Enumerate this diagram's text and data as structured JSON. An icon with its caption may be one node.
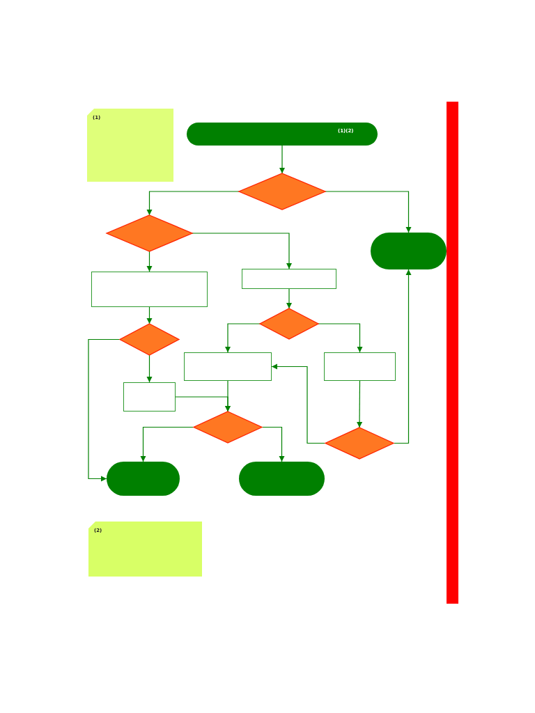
{
  "diagram": {
    "nodes": [
      {
        "text": [
          "(1)"
        ]
      },
      {
        "text": [
          "(1)(2)"
        ]
      },
      {
        "text": [],
        "shape": "diamond"
      },
      {
        "text": [],
        "shape": "diamond"
      },
      {
        "text": [],
        "shape": "pill"
      },
      {
        "text": [],
        "shape": "box"
      },
      {
        "text": [],
        "shape": "box"
      },
      {
        "text": [],
        "shape": "diamond"
      },
      {
        "text": [],
        "shape": "diamond"
      },
      {
        "text": [],
        "shape": "box"
      },
      {
        "text": [],
        "shape": "box"
      },
      {
        "text": [],
        "shape": "box"
      },
      {
        "text": [],
        "shape": "diamond"
      },
      {
        "text": [],
        "shape": "diamond"
      },
      {
        "text": [],
        "shape": "pill"
      },
      {
        "text": [],
        "shape": "pill"
      },
      {
        "text": [
          "(2)"
        ]
      },
      {
        "text": [],
        "shape": "bar"
      }
    ],
    "edges": [
      {
        "from": 1,
        "to": 2,
        "arrow": "to"
      },
      {
        "from": 2,
        "to": 3,
        "arrow": "to"
      },
      {
        "from": 2,
        "to": 4,
        "arrow": "to"
      },
      {
        "from": 3,
        "to": 5,
        "arrow": "to"
      },
      {
        "from": 3,
        "to": 6,
        "arrow": "to"
      },
      {
        "from": 5,
        "to": 8,
        "arrow": "to"
      },
      {
        "from": 6,
        "to": 7,
        "arrow": "to"
      },
      {
        "from": 7,
        "to": 9,
        "arrow": "to"
      },
      {
        "from": 7,
        "to": 10,
        "arrow": "to"
      },
      {
        "from": 8,
        "to": 14,
        "arrow": "to"
      },
      {
        "from": 8,
        "to": 11,
        "arrow": "to"
      },
      {
        "from": 11,
        "to": 12,
        "arrow": "to"
      },
      {
        "from": 9,
        "to": 12,
        "arrow": "to"
      },
      {
        "from": 10,
        "to": 13,
        "arrow": "to"
      },
      {
        "from": 13,
        "to": 9,
        "arrow": "to"
      },
      {
        "from": 13,
        "to": 4,
        "arrow": "to"
      },
      {
        "from": 12,
        "to": 14,
        "arrow": "to"
      },
      {
        "from": 12,
        "to": 15,
        "arrow": "to"
      }
    ]
  }
}
